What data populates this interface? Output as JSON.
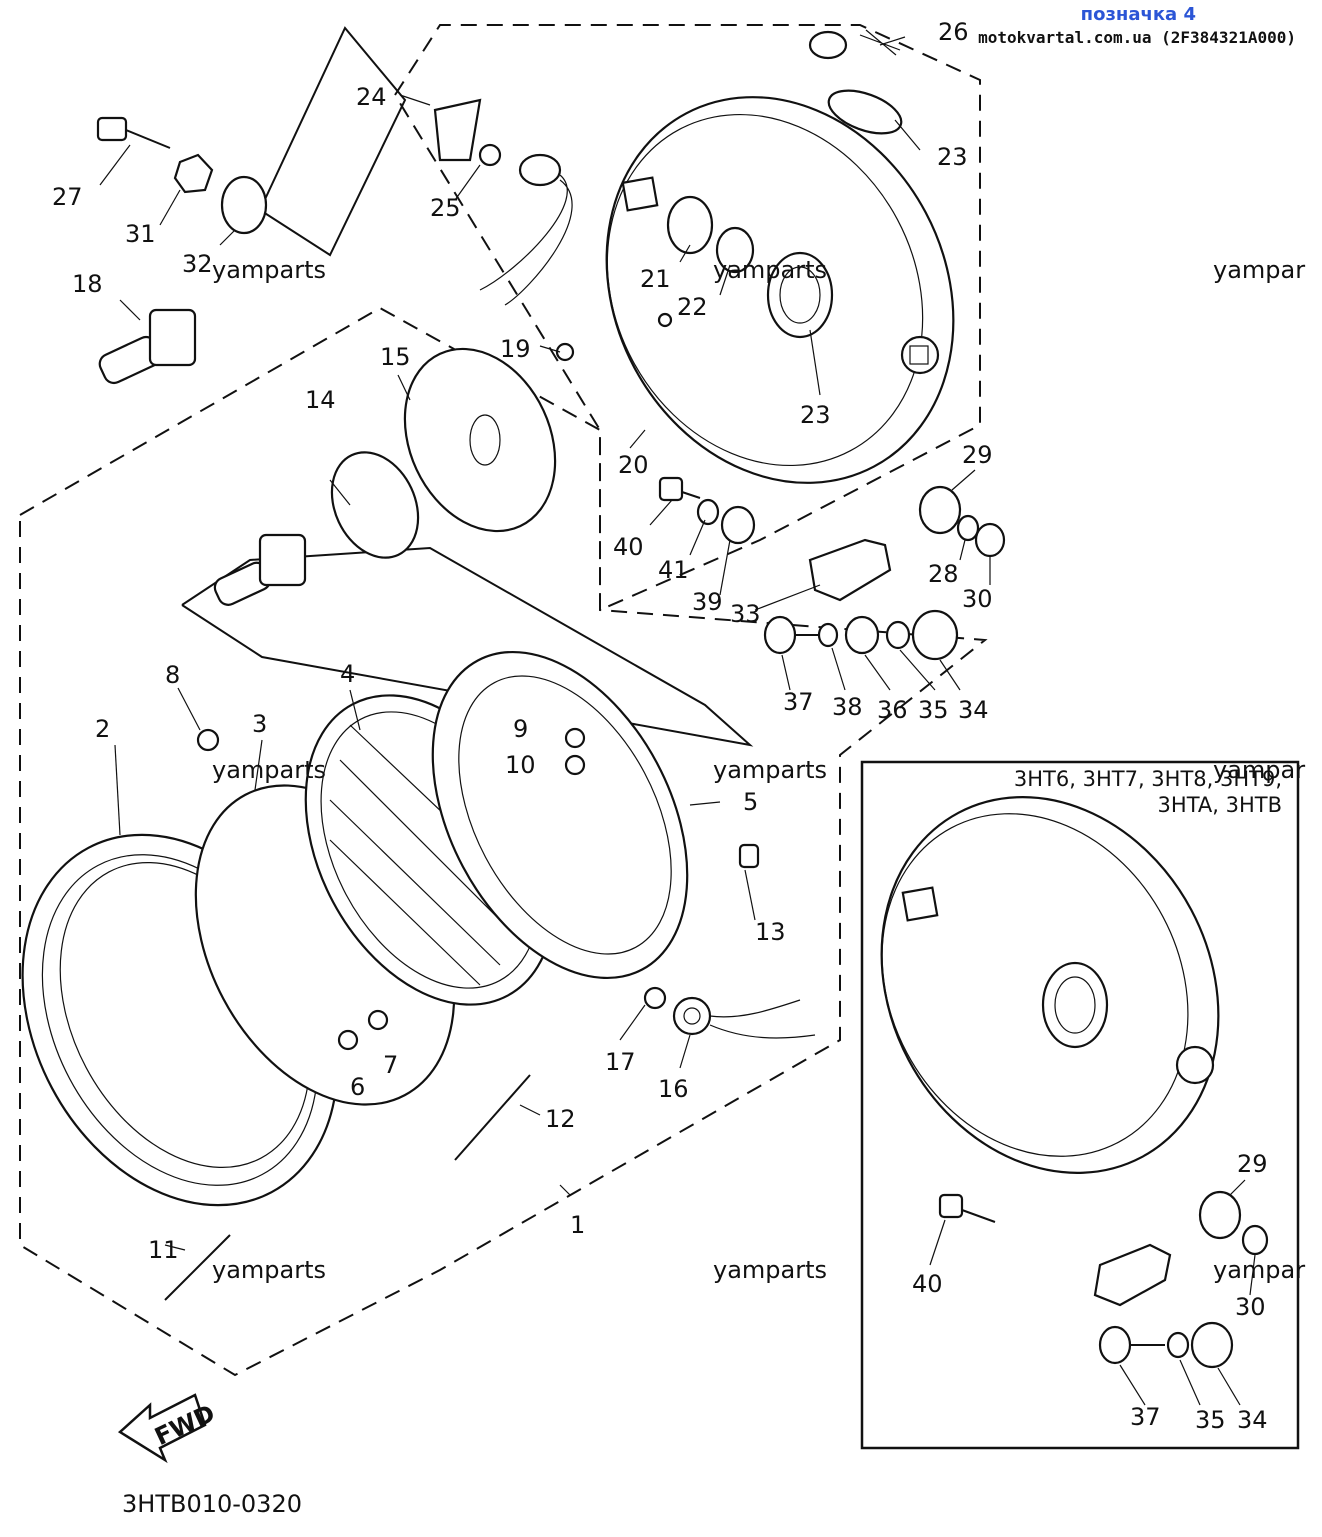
{
  "header": {
    "brand_title": "позначка 4",
    "brand_site": "motokvartal.com.ua (2F384321A000)"
  },
  "footer": {
    "diagram_code": "3HTB010-0320"
  },
  "inset": {
    "variant_line1": "3HT6, 3HT7, 3HT8, 3HT9,",
    "variant_line2": "3HTA, 3HTB"
  },
  "watermark": "yampar",
  "fwd_label": "FWD",
  "labels": {
    "n1": "1",
    "n2": "2",
    "n3": "3",
    "n4": "4",
    "n5": "5",
    "n6": "6",
    "n7": "7",
    "n8": "8",
    "n9": "9",
    "n10": "10",
    "n11": "11",
    "n12": "12",
    "n13": "13",
    "n14": "14",
    "n15": "15",
    "n16": "16",
    "n17": "17",
    "n18": "18",
    "n19": "19",
    "n20": "20",
    "n21": "21",
    "n22": "22",
    "n23a": "23",
    "n23b": "23",
    "n24": "24",
    "n25": "25",
    "n26": "26",
    "n27": "27",
    "n28": "28",
    "n29": "29",
    "n30": "30",
    "n31": "31",
    "n32": "32",
    "n33": "33",
    "n34": "34",
    "n35": "35",
    "n36": "36",
    "n37": "37",
    "n38": "38",
    "n39": "39",
    "n40": "40",
    "n41": "41",
    "i29": "29",
    "i30": "30",
    "i34": "34",
    "i35": "35",
    "i37": "37",
    "i40": "40"
  },
  "watermarks": {
    "w1": "yamparts",
    "w2": "yamparts",
    "w3": "yampar",
    "w4": "yamparts",
    "w5": "yamparts",
    "w6": "yampar",
    "w7": "yamparts",
    "w8": "yamparts",
    "w9": "yampar"
  }
}
